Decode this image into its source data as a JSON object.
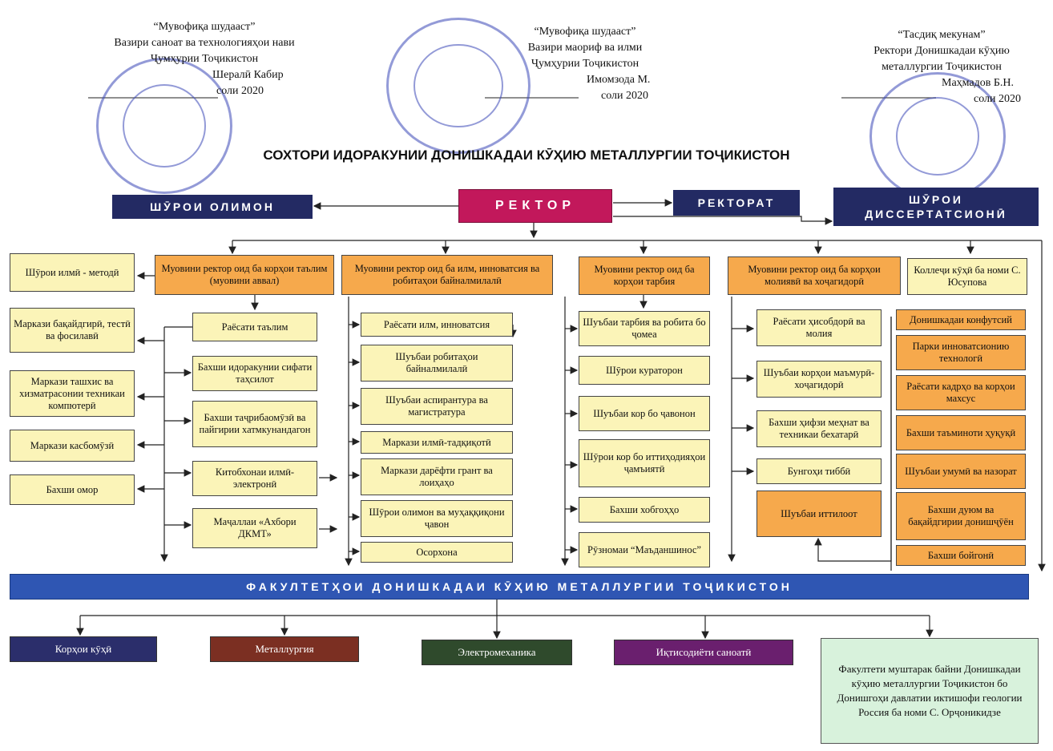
{
  "approvals": {
    "left": {
      "line1": "“Мувофиқа шудааст”",
      "line2": "Вазири саноат ва технологияҳои  нави",
      "line3": "Ҷумҳурии Тоҷикистон",
      "line4": "Шералӣ Кабир",
      "line5": "соли 2020"
    },
    "middle": {
      "line1": "“Мувофиқа шудааст”",
      "line2": "Вазири маориф ва илми",
      "line3": "Ҷумҳурии Тоҷикистон",
      "line4": "Имомзода М.",
      "line5": "соли 2020"
    },
    "right": {
      "line1": "“Тасдиқ мекунам”",
      "line2": "Ректори Донишкадаи кӯҳию",
      "line3": "металлургии Тоҷикистон",
      "line4": "Маҳмадов Б.Н.",
      "line5": "соли 2020"
    }
  },
  "title": "СОХТОРИ ИДОРАКУНИИ ДОНИШКАДАИ КӮҲИЮ МЕТАЛЛУРГИИ ТОҶИКИСТОН",
  "top": {
    "scientific_council": "ШӮРОИ ОЛИМОН",
    "rector": "РЕКТОР",
    "rectorate": "РЕКТОРАТ",
    "dissertation_council": "ШӮРОИ ДИССЕРТАТСИОНӢ"
  },
  "columns": {
    "col0": {
      "items": [
        "Шӯрои илмӣ - методӣ",
        "Маркази бақайдгирӣ, тестӣ ва фосилавӣ",
        "Маркази ташхис ва хизматрасонии техникаи компютерӣ",
        "Маркази касбомӯзӣ",
        "Бахши омор"
      ]
    },
    "col1": {
      "head": "Муовини ректор оид ба корҳои таълим (муовини аввал)",
      "items": [
        "Раёсати таълим",
        "Бахши идоракунии сифати таҳсилот",
        "Бахши таҷрибаомӯзӣ ва пайгирии хатмкунандагон",
        "Китобхонаи илмӣ-электронӣ",
        "Маҷаллаи «Ахбори ДКМТ»"
      ]
    },
    "col2": {
      "head": "Муовини ректор оид ба илм, инноватсия ва робитаҳои байналмилалӣ",
      "items": [
        "Раёсати илм, инноватсия",
        "Шуъбаи робитаҳои байналмилалӣ",
        "Шуъбаи аспирантура ва магистратура",
        "Маркази илмӣ-тадқиқотӣ",
        "Маркази дарёфти грант ва лоиҳаҳо",
        "Шӯрои олимон ва муҳаққиқони ҷавон",
        "Осорхона"
      ]
    },
    "col3": {
      "head": "Муовини ректор оид ба корҳои тарбия",
      "items": [
        "Шуъбаи  тарбия ва робита бо ҷомеа",
        "Шӯрои куратoрон",
        "Шуъбаи кор бо ҷавонон",
        "Шӯрои кор бо иттиҳодияҳои ҷамъиятӣ",
        "Бахши хобгоҳҳо",
        "Рӯзномаи “Маъданшинос”"
      ]
    },
    "col4": {
      "head": "Муовини ректор оид ба корҳои молиявӣ ва хоҷагидорӣ",
      "items": [
        "Раёсати ҳисобдорӣ ва молия",
        "Шуъбаи корҳои маъмурӣ-хоҷагидорӣ",
        "Бахши ҳифзи меҳнат ва техникаи бехатарӣ",
        "Бунгоҳи тиббӣ",
        "Шуъбаи иттилоот"
      ]
    },
    "col5": {
      "head": "Коллеҷи кӯҳӣ ба номи С. Юсупова",
      "items": [
        "Донишкадаи конфутсий",
        "Парки инноватсионию технологӣ",
        "Раёсати кадрҳо ва корҳои махсус",
        "Бахши таъминоти ҳуқуқӣ",
        "Шуъбаи умумӣ ва назорат",
        "Бахши дуюм ва бақайдгирии донишҷӯён",
        "Бахши бойгонӣ"
      ]
    }
  },
  "faculties_bar": "ФАКУЛТЕТҲОИ ДОНИШКАДАИ КӮҲИЮ МЕТАЛЛУРГИИ ТОҶИКИСТОН",
  "faculties": [
    {
      "label": "Корҳои кӯҳӣ",
      "color": "#2b2e6b"
    },
    {
      "label": "Металлургия",
      "color": "#7b2f22"
    },
    {
      "label": "Электромеханика",
      "color": "#2f4a2c"
    },
    {
      "label": "Иқтисодиёти саноатӣ",
      "color": "#6a1f6e"
    }
  ],
  "joint_faculty": "Факултети муштарак байни Донишкадаи кӯҳию металлургии Тоҷикистон бо Донишгоҳи давлатии иктишофи геологии Россия ба номи С. Орҷоникидзе"
}
